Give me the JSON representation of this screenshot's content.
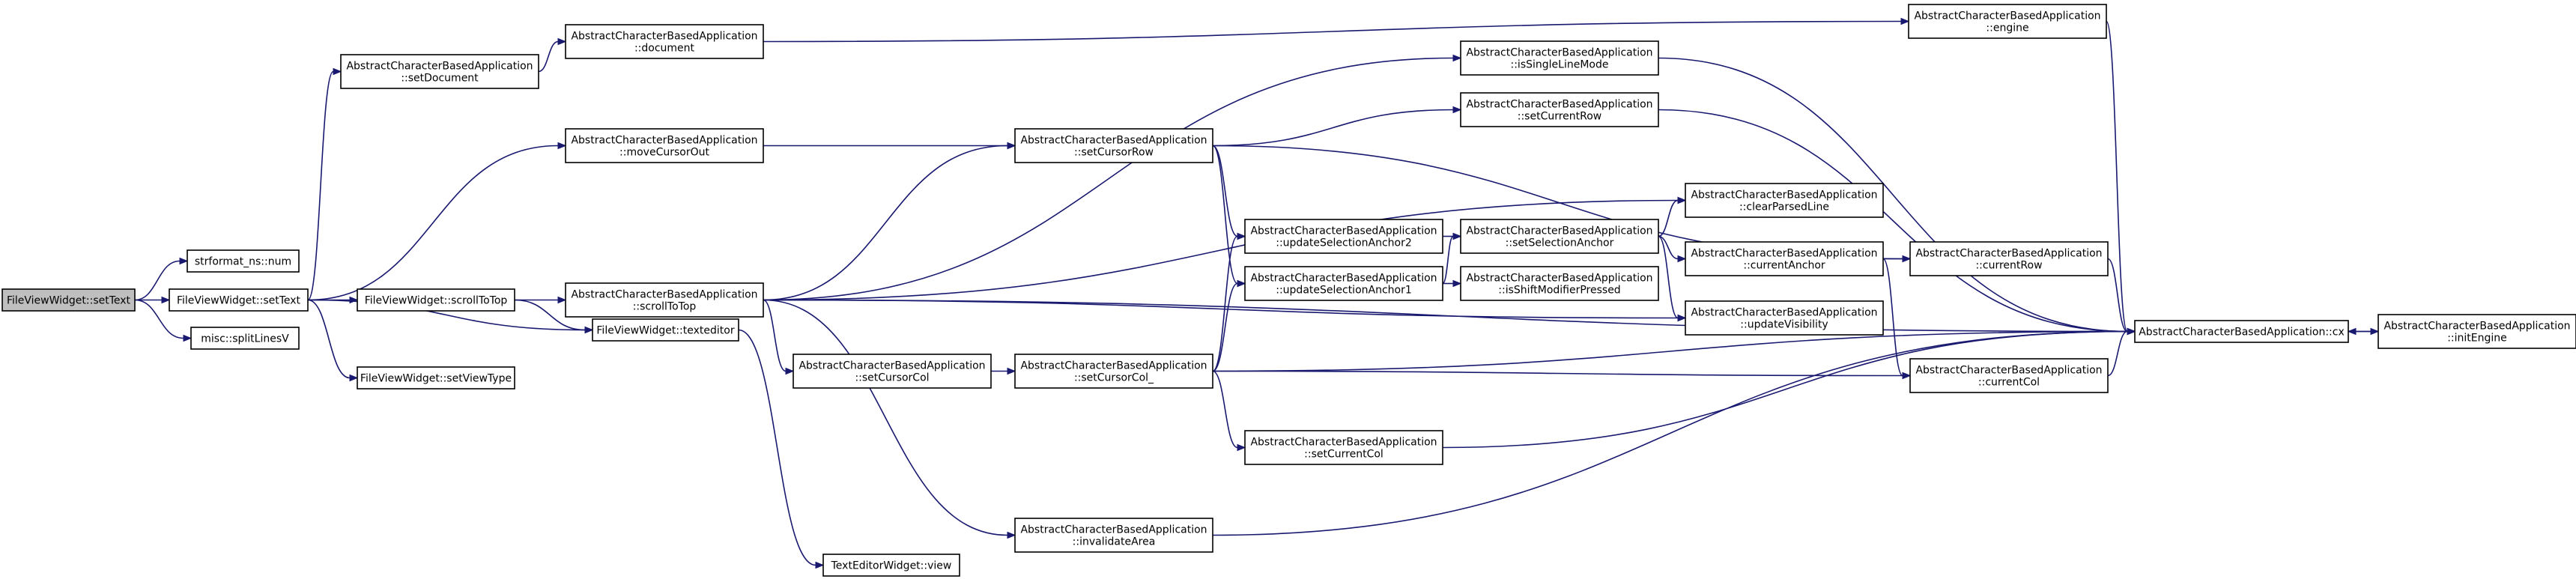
{
  "graph": {
    "nodes": [
      {
        "id": "setText_root",
        "lines": [
          "FileViewWidget::setText"
        ],
        "root": true
      },
      {
        "id": "num",
        "lines": [
          "strformat_ns::num"
        ]
      },
      {
        "id": "setText",
        "lines": [
          "FileViewWidget::setText"
        ]
      },
      {
        "id": "splitLinesV",
        "lines": [
          "misc::splitLinesV"
        ]
      },
      {
        "id": "setDocument",
        "lines": [
          "AbstractCharacterBasedApplication",
          "::setDocument"
        ]
      },
      {
        "id": "moveCursorOut",
        "lines": [
          "AbstractCharacterBasedApplication",
          "::moveCursorOut"
        ]
      },
      {
        "id": "fvw_scrollToTop",
        "lines": [
          "FileViewWidget::scrollToTop"
        ]
      },
      {
        "id": "setViewType",
        "lines": [
          "FileViewWidget::setViewType"
        ]
      },
      {
        "id": "document",
        "lines": [
          "AbstractCharacterBasedApplication",
          "::document"
        ]
      },
      {
        "id": "acba_scrollToTop",
        "lines": [
          "AbstractCharacterBasedApplication",
          "::scrollToTop"
        ]
      },
      {
        "id": "texteditor",
        "lines": [
          "FileViewWidget::texteditor"
        ]
      },
      {
        "id": "setCursorCol",
        "lines": [
          "AbstractCharacterBasedApplication",
          "::setCursorCol"
        ]
      },
      {
        "id": "textEditorView",
        "lines": [
          "TextEditorWidget::view"
        ]
      },
      {
        "id": "setCursorRow",
        "lines": [
          "AbstractCharacterBasedApplication",
          "::setCursorRow"
        ]
      },
      {
        "id": "setCursorCol_",
        "lines": [
          "AbstractCharacterBasedApplication",
          "::setCursorCol_"
        ]
      },
      {
        "id": "invalidateArea",
        "lines": [
          "AbstractCharacterBasedApplication",
          "::invalidateArea"
        ]
      },
      {
        "id": "updateSelectionAnchor2",
        "lines": [
          "AbstractCharacterBasedApplication",
          "::updateSelectionAnchor2"
        ]
      },
      {
        "id": "updateSelectionAnchor1",
        "lines": [
          "AbstractCharacterBasedApplication",
          "::updateSelectionAnchor1"
        ]
      },
      {
        "id": "setCurrentCol",
        "lines": [
          "AbstractCharacterBasedApplication",
          "::setCurrentCol"
        ]
      },
      {
        "id": "isSingleLineMode",
        "lines": [
          "AbstractCharacterBasedApplication",
          "::isSingleLineMode"
        ]
      },
      {
        "id": "setCurrentRow",
        "lines": [
          "AbstractCharacterBasedApplication",
          "::setCurrentRow"
        ]
      },
      {
        "id": "setSelectionAnchor",
        "lines": [
          "AbstractCharacterBasedApplication",
          "::setSelectionAnchor"
        ]
      },
      {
        "id": "isShiftModifierPressed",
        "lines": [
          "AbstractCharacterBasedApplication",
          "::isShiftModifierPressed"
        ]
      },
      {
        "id": "engine",
        "lines": [
          "AbstractCharacterBasedApplication",
          "::engine"
        ]
      },
      {
        "id": "clearParsedLine",
        "lines": [
          "AbstractCharacterBasedApplication",
          "::clearParsedLine"
        ]
      },
      {
        "id": "currentAnchor",
        "lines": [
          "AbstractCharacterBasedApplication",
          "::currentAnchor"
        ]
      },
      {
        "id": "updateVisibility",
        "lines": [
          "AbstractCharacterBasedApplication",
          "::updateVisibility"
        ]
      },
      {
        "id": "currentCol",
        "lines": [
          "AbstractCharacterBasedApplication",
          "::currentCol"
        ]
      },
      {
        "id": "currentRow",
        "lines": [
          "AbstractCharacterBasedApplication",
          "::currentRow"
        ]
      },
      {
        "id": "cx",
        "lines": [
          "AbstractCharacterBasedApplication::cx"
        ]
      },
      {
        "id": "initEngine",
        "lines": [
          "AbstractCharacterBasedApplication",
          "::initEngine"
        ]
      }
    ],
    "edges": [
      [
        "setText_root",
        "num"
      ],
      [
        "setText_root",
        "setText"
      ],
      [
        "setText_root",
        "splitLinesV"
      ],
      [
        "setText",
        "setDocument"
      ],
      [
        "setText",
        "moveCursorOut"
      ],
      [
        "setText",
        "fvw_scrollToTop"
      ],
      [
        "setText",
        "texteditor"
      ],
      [
        "setText",
        "setViewType"
      ],
      [
        "setDocument",
        "document"
      ],
      [
        "document",
        "engine"
      ],
      [
        "moveCursorOut",
        "setCursorRow"
      ],
      [
        "fvw_scrollToTop",
        "acba_scrollToTop"
      ],
      [
        "fvw_scrollToTop",
        "texteditor"
      ],
      [
        "acba_scrollToTop",
        "isSingleLineMode"
      ],
      [
        "acba_scrollToTop",
        "setCursorRow"
      ],
      [
        "acba_scrollToTop",
        "clearParsedLine"
      ],
      [
        "acba_scrollToTop",
        "updateVisibility"
      ],
      [
        "acba_scrollToTop",
        "setCursorCol"
      ],
      [
        "acba_scrollToTop",
        "invalidateArea"
      ],
      [
        "acba_scrollToTop",
        "cx"
      ],
      [
        "texteditor",
        "textEditorView"
      ],
      [
        "setCursorCol",
        "setCursorCol_"
      ],
      [
        "setCursorRow",
        "setCurrentRow"
      ],
      [
        "setCursorRow",
        "updateSelectionAnchor2"
      ],
      [
        "setCursorRow",
        "updateSelectionAnchor1"
      ],
      [
        "setCursorRow",
        "currentRow"
      ],
      [
        "setCursorCol_",
        "updateSelectionAnchor2"
      ],
      [
        "setCursorCol_",
        "updateSelectionAnchor1"
      ],
      [
        "setCursorCol_",
        "setCurrentCol"
      ],
      [
        "setCursorCol_",
        "currentCol"
      ],
      [
        "setCursorCol_",
        "cx"
      ],
      [
        "invalidateArea",
        "cx"
      ],
      [
        "updateSelectionAnchor2",
        "setSelectionAnchor"
      ],
      [
        "updateSelectionAnchor1",
        "setSelectionAnchor"
      ],
      [
        "updateSelectionAnchor1",
        "isShiftModifierPressed"
      ],
      [
        "setCurrentCol",
        "cx"
      ],
      [
        "isSingleLineMode",
        "cx"
      ],
      [
        "setCurrentRow",
        "cx"
      ],
      [
        "setSelectionAnchor",
        "clearParsedLine"
      ],
      [
        "setSelectionAnchor",
        "currentAnchor"
      ],
      [
        "setSelectionAnchor",
        "updateVisibility"
      ],
      [
        "currentAnchor",
        "currentRow"
      ],
      [
        "currentAnchor",
        "currentCol"
      ],
      [
        "currentCol",
        "cx"
      ],
      [
        "currentRow",
        "cx"
      ],
      [
        "engine",
        "cx"
      ],
      [
        "initEngine",
        "cx"
      ],
      [
        "cx",
        "initEngine"
      ]
    ]
  }
}
